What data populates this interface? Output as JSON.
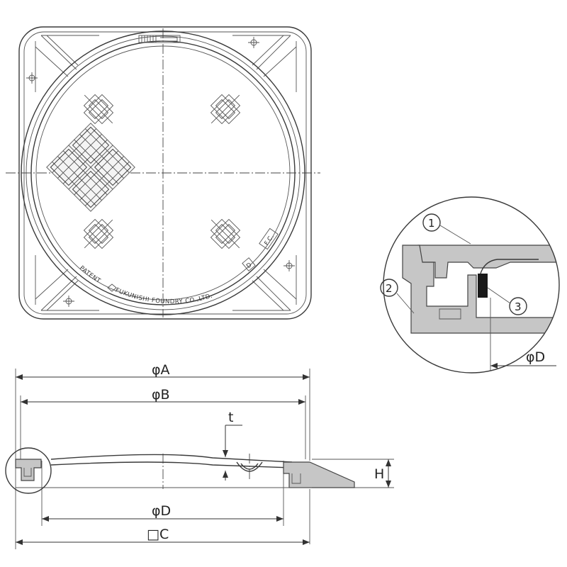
{
  "plan_view": {
    "rim_text_patent": "PATENT",
    "rim_text_maker": "FUKUNISHI FOUNDRY CO.,LTD.",
    "rim_text_d": "D",
    "rim_text_fc": "F.C."
  },
  "dimensions": {
    "phi_a": "φA",
    "phi_b": "φB",
    "phi_d": "φD",
    "square_c": "□C",
    "thickness": "t",
    "height": "H"
  },
  "detail_view": {
    "callout_1": "1",
    "callout_2": "2",
    "callout_3": "3",
    "phi_d": "φD"
  }
}
